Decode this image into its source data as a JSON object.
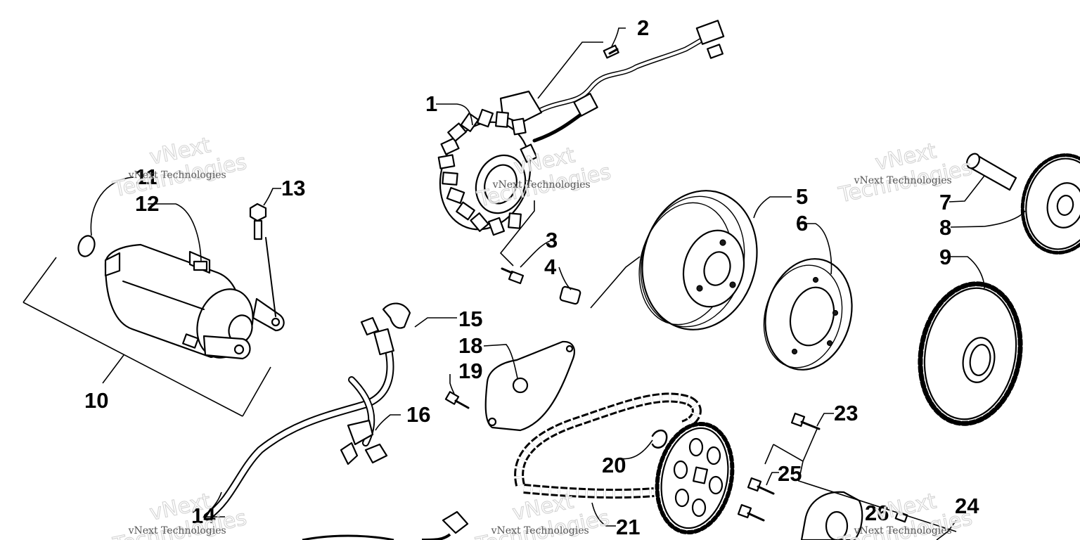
{
  "watermark": {
    "company": "vNext Technologies",
    "brand_word_1": "vNext",
    "brand_word_2": "Technologies"
  },
  "callouts": {
    "c1": "1",
    "c2": "2",
    "c3": "3",
    "c4": "4",
    "c5": "5",
    "c6": "6",
    "c7": "7",
    "c8": "8",
    "c9": "9",
    "c10": "10",
    "c11": "11",
    "c12": "12",
    "c13": "13",
    "c14": "14",
    "c15": "15",
    "c16": "16",
    "c18": "18",
    "c19": "19",
    "c20": "20",
    "c21": "21",
    "c23": "23",
    "c24": "24",
    "c25": "25",
    "c26": "26"
  }
}
